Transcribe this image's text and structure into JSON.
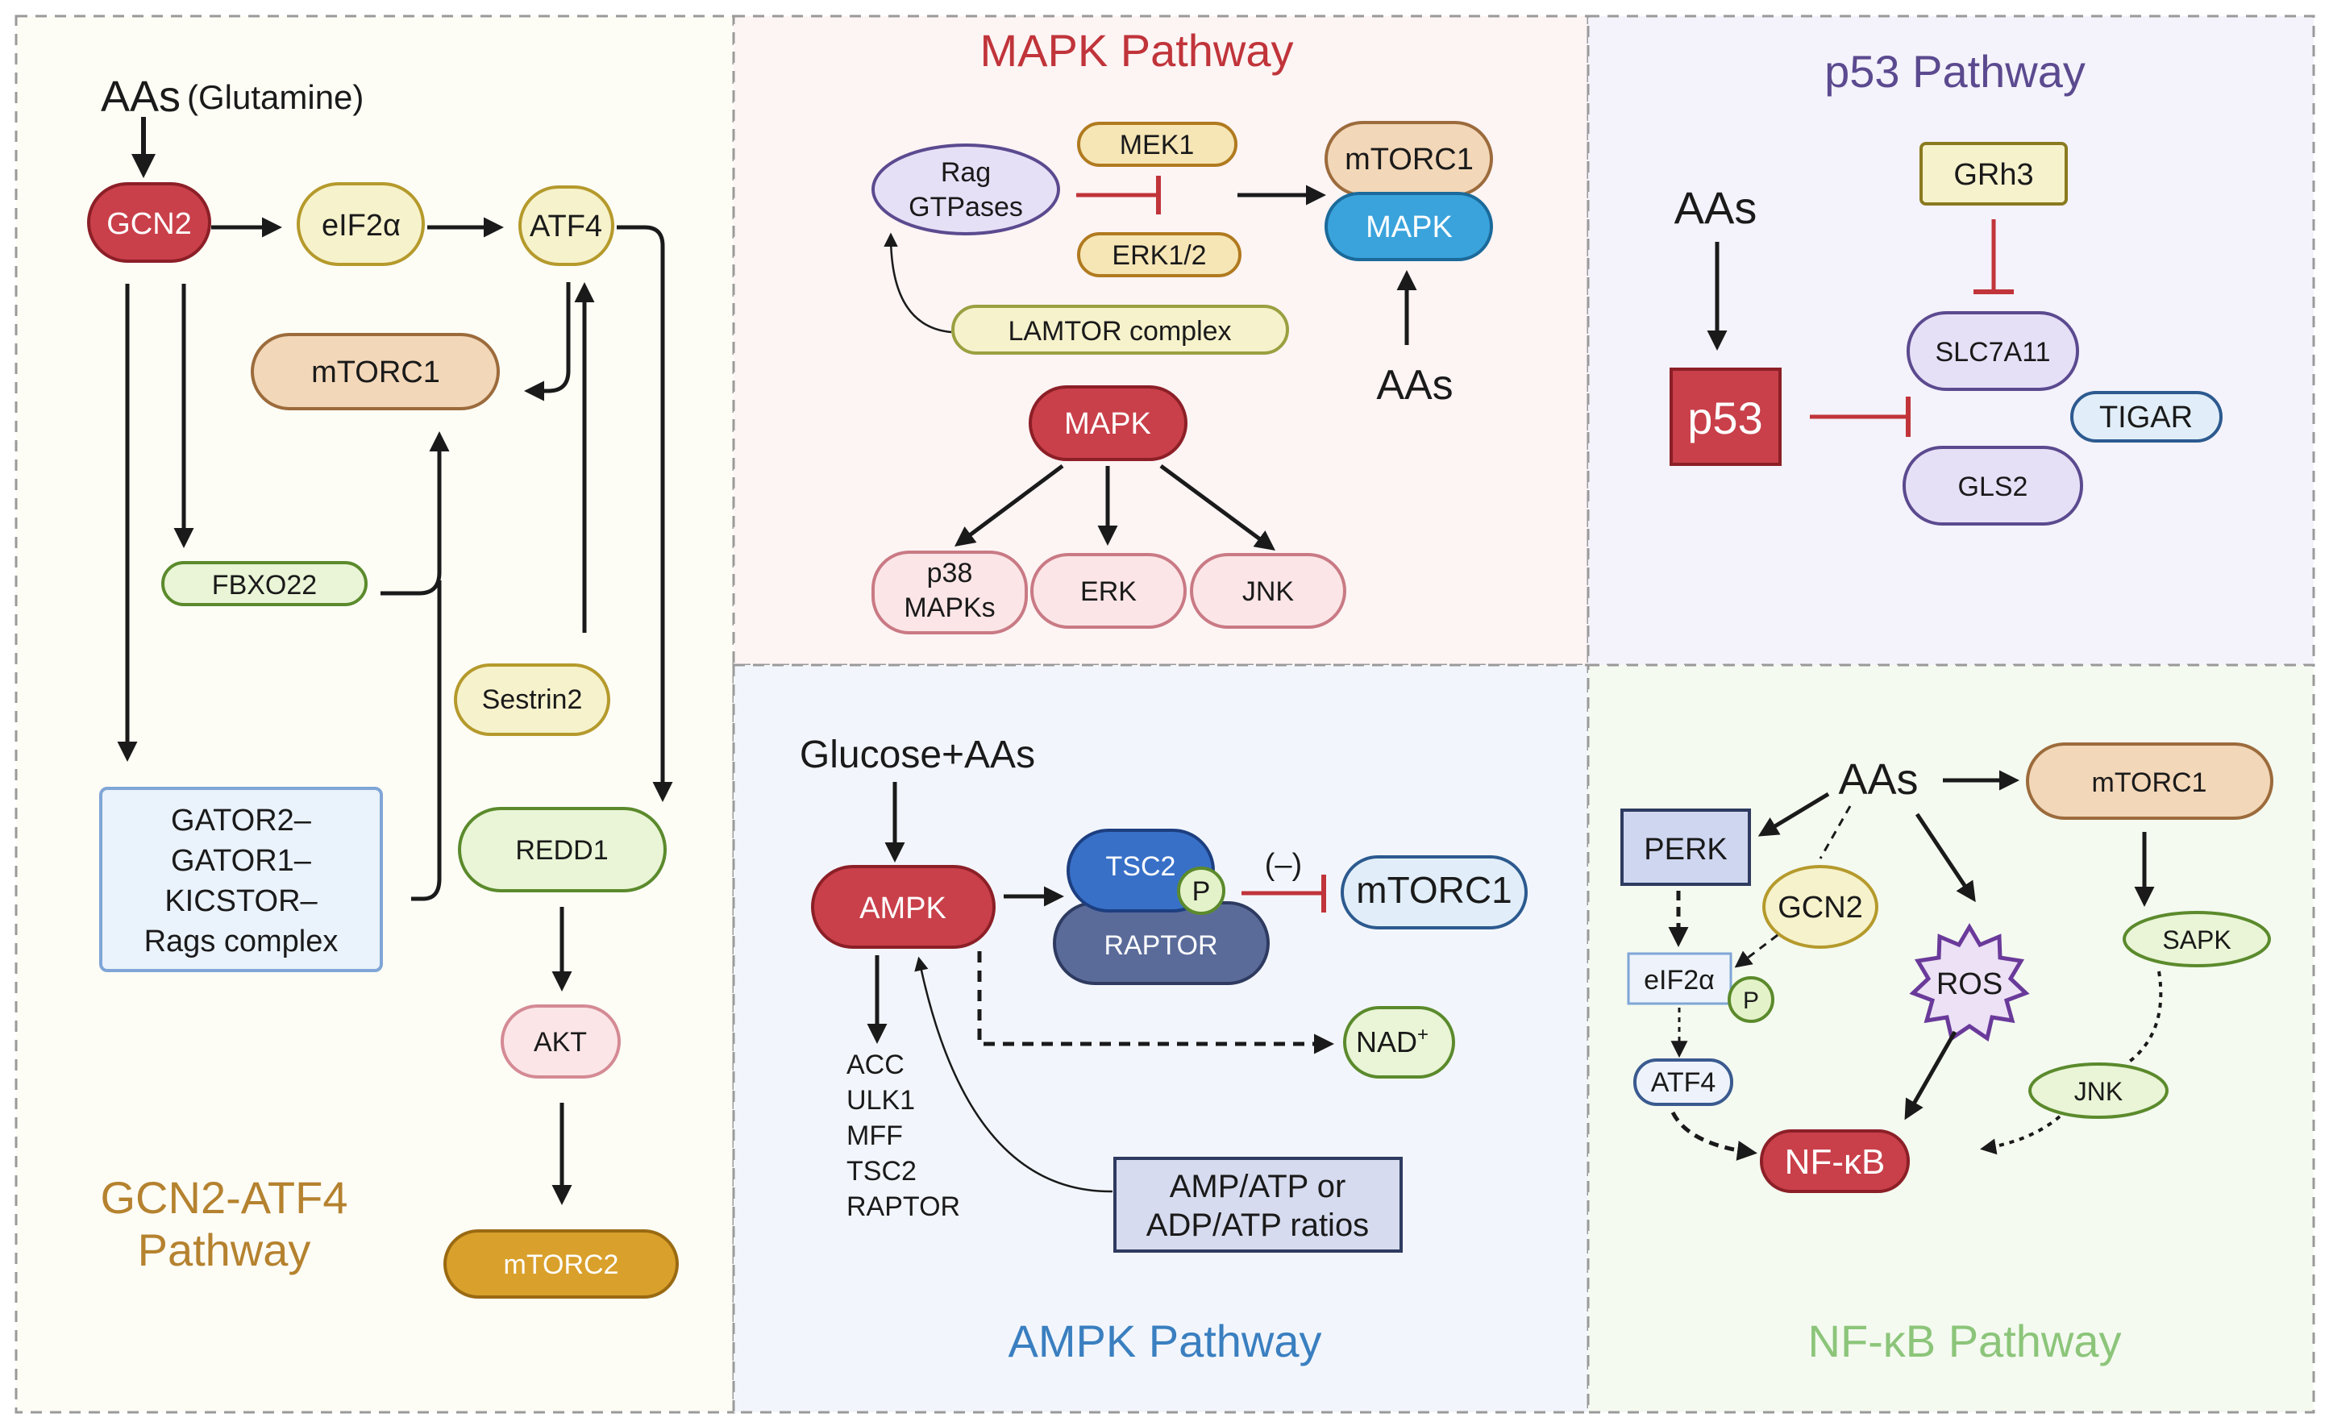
{
  "panels": {
    "gcn2": {
      "title_line1": "GCN2-ATF4",
      "title_line2": "Pathway",
      "title_color": "#b5822f",
      "input_main": "AAs",
      "input_sub": "(Glutamine)",
      "nodes": {
        "gcn2": "GCN2",
        "eif2a": "eIF2α",
        "atf4": "ATF4",
        "mtorc1": "mTORC1",
        "fbxo22": "FBXO22",
        "sestrin2": "Sestrin2",
        "gator_l1": "GATOR2–",
        "gator_l2": "GATOR1–",
        "gator_l3": "KICSTOR–",
        "gator_l4": "Rags complex",
        "redd1": "REDD1",
        "akt": "AKT",
        "mtorc2": "mTORC2"
      }
    },
    "mapk": {
      "title": "MAPK Pathway",
      "title_color": "#c0343a",
      "nodes": {
        "rag_l1": "Rag",
        "rag_l2": "GTPases",
        "mek1": "MEK1",
        "erk12": "ERK1/2",
        "mtorc1": "mTORC1",
        "mapk_blue": "MAPK",
        "lamtor": "LAMTOR complex",
        "aas": "AAs",
        "mapk_red": "MAPK",
        "p38_l1": "p38",
        "p38_l2": "MAPKs",
        "erk": "ERK",
        "jnk": "JNK"
      }
    },
    "p53": {
      "title": "p53 Pathway",
      "title_color": "#5b4a8f",
      "nodes": {
        "aas": "AAs",
        "grh3": "GRh3",
        "p53": "p53",
        "slc7a11": "SLC7A11",
        "tigar": "TIGAR",
        "gls2": "GLS2"
      }
    },
    "ampk": {
      "title": "AMPK Pathway",
      "title_color": "#3a7fc0",
      "nodes": {
        "glucose": "Glucose+AAs",
        "ampk": "AMPK",
        "tsc2": "TSC2",
        "raptor": "RAPTOR",
        "p": "P",
        "neg": "(–)",
        "mtorc1": "mTORC1",
        "nad": "NAD",
        "nad_sup": "+",
        "targets": [
          "ACC",
          "ULK1",
          "MFF",
          "TSC2",
          "RAPTOR"
        ],
        "ratio_l1": "AMP/ATP or",
        "ratio_l2": "ADP/ATP ratios"
      }
    },
    "nfkb": {
      "title": "NF-κB Pathway",
      "title_color": "#8cc57a",
      "nodes": {
        "aas": "AAs",
        "mtorc1": "mTORC1",
        "perk": "PERK",
        "gcn2": "GCN2",
        "eif2a": "eIF2α",
        "p": "P",
        "atf4": "ATF4",
        "ros": "ROS",
        "sapk": "SAPK",
        "jnk": "JNK",
        "nfkb": "NF-κB"
      }
    }
  },
  "colors": {
    "red_node": "#c9404a",
    "peach_node": "#f2d7b8",
    "yellow_node": "#f6f2cc",
    "green_node": "#e9f5d6",
    "lavender_node": "#e6e0f7",
    "pink_node": "#fbe5e7",
    "blue_node": "#3aa3dc",
    "gold_node": "#d9a02b",
    "inhibit": "#c0343a"
  }
}
